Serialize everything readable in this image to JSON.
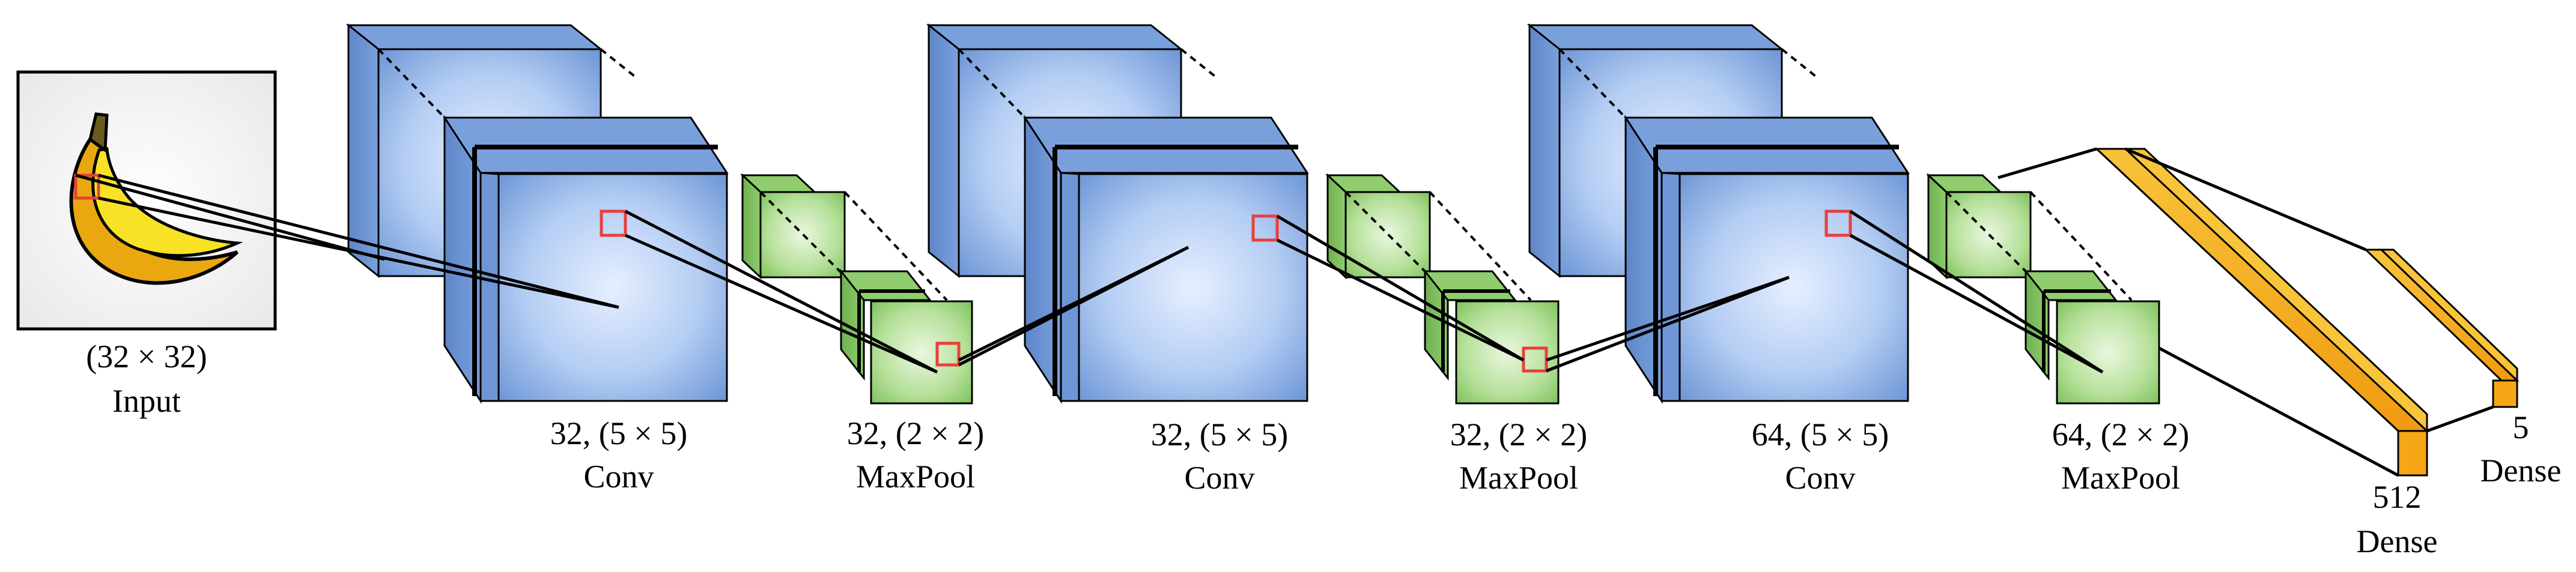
{
  "input": {
    "label": "Input",
    "size": "(32 × 32)",
    "image_icon": "banana-icon"
  },
  "layers": [
    {
      "id": "conv1",
      "params": "32, (5 × 5)",
      "type": "Conv"
    },
    {
      "id": "pool1",
      "params": "32, (2 × 2)",
      "type": "MaxPool"
    },
    {
      "id": "conv2",
      "params": "32, (5 × 5)",
      "type": "Conv"
    },
    {
      "id": "pool2",
      "params": "32, (2 × 2)",
      "type": "MaxPool"
    },
    {
      "id": "conv3",
      "params": "64, (5 × 5)",
      "type": "Conv"
    },
    {
      "id": "pool3",
      "params": "64, (2 × 2)",
      "type": "MaxPool"
    },
    {
      "id": "dense1",
      "params": "512",
      "type": "Dense"
    },
    {
      "id": "dense2",
      "params": "5",
      "type": "Dense"
    }
  ],
  "colors": {
    "conv_face": "#d9e7fb",
    "conv_edge": "#6f95d4",
    "pool_face": "#d6efc4",
    "pool_edge": "#7cc05e",
    "dense": "#f5a716",
    "receptive_field": "#e8403a"
  }
}
